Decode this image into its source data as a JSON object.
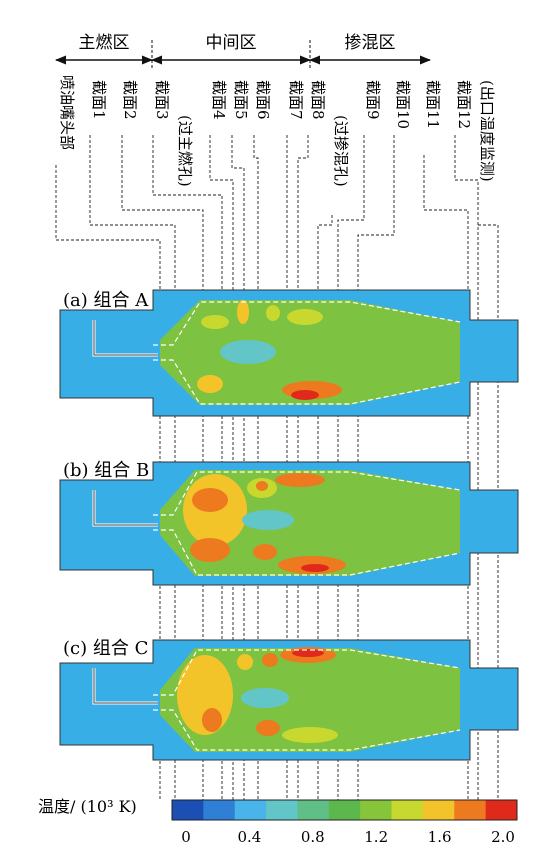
{
  "zones": [
    {
      "id": "main",
      "label": "主燃区"
    },
    {
      "id": "mid",
      "label": "中间区"
    },
    {
      "id": "mix",
      "label": "掺混区"
    }
  ],
  "sections": [
    {
      "label": "喷油嘴头部",
      "sub": ""
    },
    {
      "label": "截面1",
      "sub": ""
    },
    {
      "label": "截面2",
      "sub": ""
    },
    {
      "label": "截面3",
      "sub": "(过主燃孔)"
    },
    {
      "label": "截面4",
      "sub": ""
    },
    {
      "label": "截面5",
      "sub": ""
    },
    {
      "label": "截面6",
      "sub": ""
    },
    {
      "label": "截面7",
      "sub": ""
    },
    {
      "label": "截面8",
      "sub": "(过掺混孔)"
    },
    {
      "label": "截面9",
      "sub": ""
    },
    {
      "label": "截面10",
      "sub": ""
    },
    {
      "label": "截面11",
      "sub": ""
    },
    {
      "label": "截面12",
      "sub": "(出口温度监测)"
    }
  ],
  "panels": [
    {
      "id": "a",
      "label": "(a)  组合 A"
    },
    {
      "id": "b",
      "label": "(b)  组合 B"
    },
    {
      "id": "c",
      "label": "(c)  组合 C"
    }
  ],
  "colorbar": {
    "label": "温度/ (10³ K)",
    "ticks": [
      "0",
      "0.4",
      "0.8",
      "1.2",
      "1.6",
      "2.0"
    ],
    "colors": [
      "#1c4fb4",
      "#2f7fd6",
      "#48b4ea",
      "#62c6c8",
      "#5fbf86",
      "#5cb84c",
      "#86c53a",
      "#c7d82f",
      "#f3c42a",
      "#ee7a1f",
      "#df2a1b"
    ]
  }
}
